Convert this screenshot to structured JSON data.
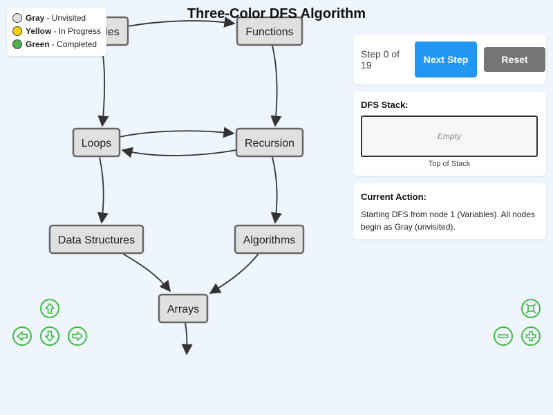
{
  "title": "Three-Color DFS Algorithm",
  "legend": [
    {
      "color_name": "Gray",
      "description": "- Unvisited",
      "color": "#e0e0e0"
    },
    {
      "color_name": "Yellow",
      "description": "- In Progress",
      "color": "#f5d20c"
    },
    {
      "color_name": "Green",
      "description": "- Completed",
      "color": "#4caf50"
    }
  ],
  "controls": {
    "step_text": "Step 0 of 19",
    "next_label": "Next Step",
    "reset_label": "Reset",
    "next_color": "#2196f3",
    "reset_color": "#757575"
  },
  "stack": {
    "heading": "DFS Stack:",
    "empty_text": "Empty",
    "caption": "Top of Stack"
  },
  "action": {
    "heading": "Current Action:",
    "text": "Starting DFS from node 1 (Variables). All nodes begin as Gray (unvisited)."
  },
  "graph": {
    "node_fill": "#e0e0e0",
    "node_stroke": "#666666",
    "edge_color": "#333333",
    "nodes": [
      {
        "id": "variables",
        "label": "Variables"
      },
      {
        "id": "functions",
        "label": "Functions"
      },
      {
        "id": "loops",
        "label": "Loops"
      },
      {
        "id": "recursion",
        "label": "Recursion"
      },
      {
        "id": "data-structures",
        "label": "Data Structures"
      },
      {
        "id": "algorithms",
        "label": "Algorithms"
      },
      {
        "id": "arrays",
        "label": "Arrays"
      }
    ],
    "edges": [
      {
        "from": "variables",
        "to": "functions"
      },
      {
        "from": "variables",
        "to": "loops"
      },
      {
        "from": "functions",
        "to": "recursion"
      },
      {
        "from": "loops",
        "to": "recursion"
      },
      {
        "from": "recursion",
        "to": "loops"
      },
      {
        "from": "loops",
        "to": "data-structures"
      },
      {
        "from": "recursion",
        "to": "algorithms"
      },
      {
        "from": "data-structures",
        "to": "arrays"
      },
      {
        "from": "algorithms",
        "to": "arrays"
      },
      {
        "from": "arrays",
        "to": "offscreen"
      }
    ]
  },
  "navigation": [
    {
      "name": "pan-up-button",
      "icon": "arrow-up-icon"
    },
    {
      "name": "pan-left-button",
      "icon": "arrow-left-icon"
    },
    {
      "name": "pan-down-button",
      "icon": "arrow-down-icon"
    },
    {
      "name": "pan-right-button",
      "icon": "arrow-right-icon"
    },
    {
      "name": "fit-view-button",
      "icon": "fit-screen-icon"
    },
    {
      "name": "zoom-out-button",
      "icon": "minus-icon"
    },
    {
      "name": "zoom-in-button",
      "icon": "plus-icon"
    }
  ]
}
